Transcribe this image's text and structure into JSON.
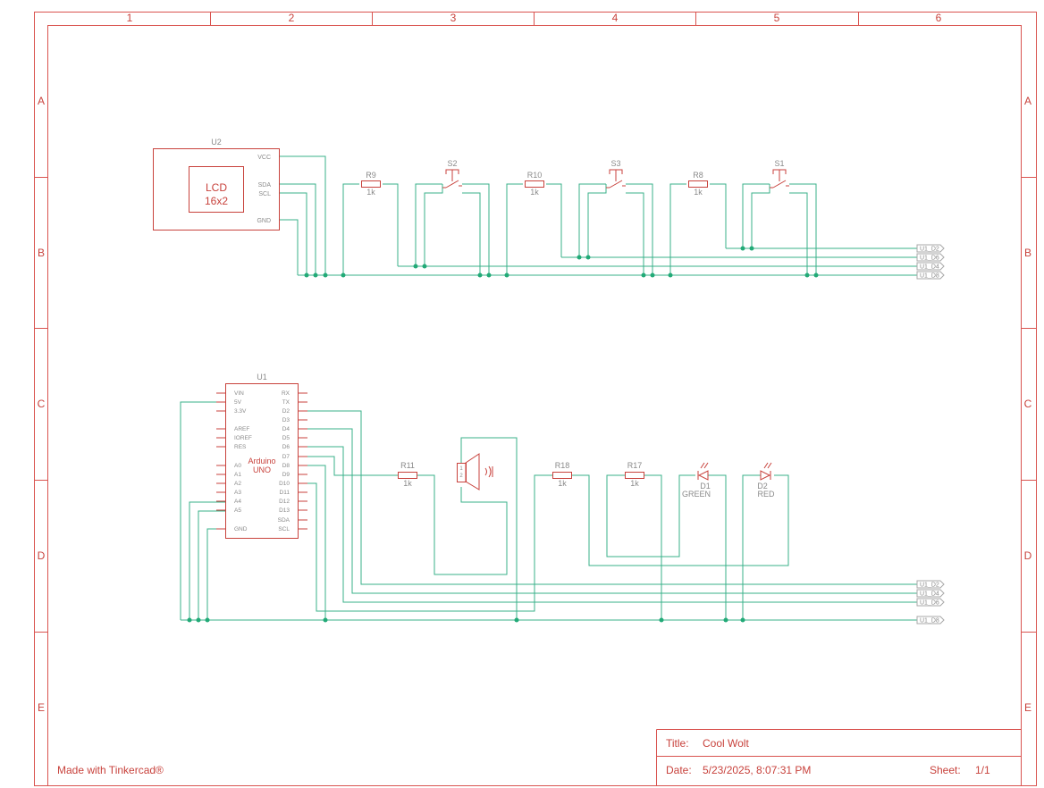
{
  "frame": {
    "columns": [
      "1",
      "2",
      "3",
      "4",
      "5",
      "6"
    ],
    "rows": [
      "A",
      "B",
      "C",
      "D",
      "E"
    ]
  },
  "footer": {
    "made_with": "Made with Tinkercad®"
  },
  "title_block": {
    "title_label": "Title:",
    "title_value": "Cool Wolt",
    "date_label": "Date:",
    "date_value": "5/23/2025, 8:07:31 PM",
    "sheet_label": "Sheet:",
    "sheet_value": "1/1"
  },
  "components": {
    "u2": {
      "ref": "U2",
      "name_line1": "LCD",
      "name_line2": "16x2",
      "pins": [
        "VCC",
        "SDA",
        "SCL",
        "GND"
      ]
    },
    "u1": {
      "ref": "U1",
      "name_line1": "Arduino",
      "name_line2": "UNO",
      "left_pins": [
        "VIN",
        "5V",
        "3.3V",
        "AREF",
        "IOREF",
        "RES",
        "A0",
        "A1",
        "A2",
        "A3",
        "A4",
        "A5",
        "GND"
      ],
      "right_pins": [
        "RX",
        "TX",
        "D2",
        "D3",
        "D4",
        "D5",
        "D6",
        "D7",
        "D8",
        "D9",
        "D10",
        "D11",
        "D12",
        "D13",
        "SDA",
        "SCL"
      ]
    },
    "resistors": [
      {
        "ref": "R9",
        "value": "1k"
      },
      {
        "ref": "R10",
        "value": "1k"
      },
      {
        "ref": "R8",
        "value": "1k"
      },
      {
        "ref": "R11",
        "value": "1k"
      },
      {
        "ref": "R18",
        "value": "1k"
      },
      {
        "ref": "R17",
        "value": "1k"
      }
    ],
    "switches": [
      {
        "ref": "S2"
      },
      {
        "ref": "S3"
      },
      {
        "ref": "S1"
      }
    ],
    "leds": [
      {
        "ref": "D1",
        "color": "GREEN"
      },
      {
        "ref": "D2",
        "color": "RED"
      }
    ],
    "speaker": {
      "pin1": "1",
      "pin2": "2"
    }
  },
  "net_labels": {
    "top": [
      "U1_D2",
      "U1_D6",
      "U1_D4",
      "U1_D8"
    ],
    "bottom": [
      "U1_D2",
      "U1_D4",
      "U1_D6",
      "U1_D8"
    ]
  },
  "colors": {
    "border": "#d9534f",
    "symbol": "#c8423c",
    "wire": "#39b08a",
    "junction": "#22aa77"
  }
}
